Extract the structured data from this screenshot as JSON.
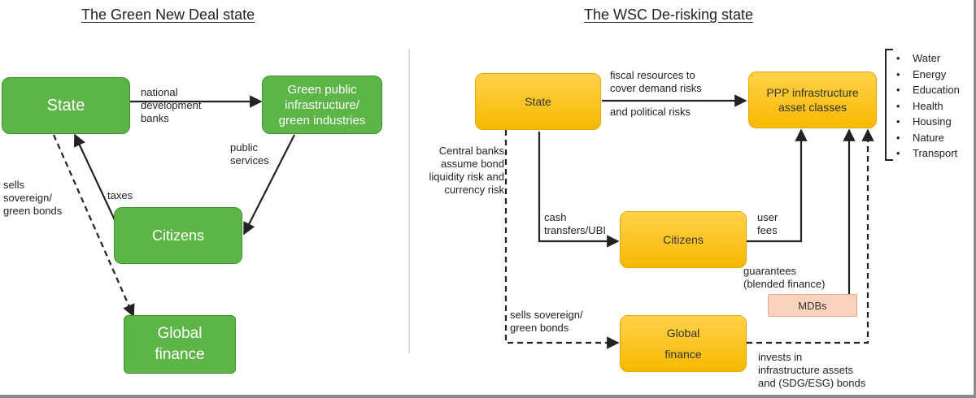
{
  "left_panel": {
    "title": "The Green New Deal state",
    "nodes": {
      "state": "State",
      "green_public": "Green public\ninfrastructure/\ngreen industries",
      "citizens": "Citizens",
      "global_finance": "Global\nfinance"
    },
    "edges": {
      "national_development_banks": "national\ndevelopment\nbanks",
      "public_services": "public\nservices",
      "taxes": "taxes",
      "sells_bonds": "sells\nsovereign/\ngreen bonds"
    }
  },
  "right_panel": {
    "title": "The WSC De-risking state",
    "nodes": {
      "state": "State",
      "ppp": "PPP infrastructure\nasset classes",
      "citizens": "Citizens",
      "mdbs": "MDBs",
      "global_finance": "Global\n\nfinance"
    },
    "edges": {
      "fiscal_resources": "fiscal resources to\ncover demand risks",
      "political_risks": "and political risks",
      "central_banks": "Central banks\nassume bond\nliquidity risk and\ncurrency risk",
      "cash_transfers": "cash\ntransfers/UBI",
      "user_fees": "user\nfees",
      "guarantees": "guarantees\n(blended finance)",
      "sells_bonds": "sells sovereign/\ngreen bonds",
      "invests": "invests in\ninfrastructure assets\nand (SDG/ESG) bonds"
    },
    "asset_classes": [
      "Water",
      "Energy",
      "Education",
      "Health",
      "Housing",
      "Nature",
      "Transport"
    ]
  }
}
